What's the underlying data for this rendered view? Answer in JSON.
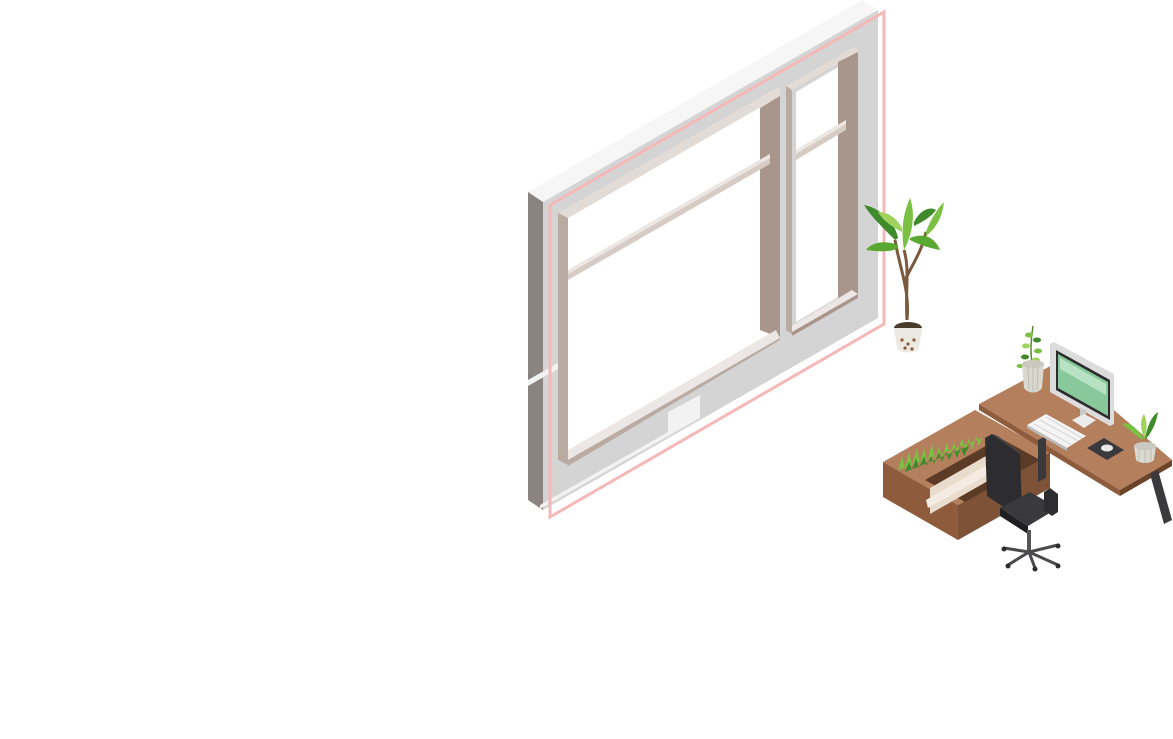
{
  "scene": {
    "objects": [
      "window-frame",
      "floor-plant",
      "desk",
      "monitor",
      "keyboard",
      "mouse",
      "desk-plant-small",
      "desk-plant-tall",
      "office-chair",
      "planter-box"
    ]
  },
  "colors": {
    "background": "#ffffff",
    "wall_light": "#f2f2f2",
    "wall_mid": "#d4d4d4",
    "wall_dark": "#8a8380",
    "frame_outer": "#b9aaa2",
    "frame_inner": "#a8968c",
    "frame_highlight": "#e3dbd6",
    "outline": "#f4b8b8",
    "desk_top": "#b47f5c",
    "desk_side": "#7e5236",
    "desk_dark": "#5c3b26",
    "chair": "#2d2d2f",
    "leaf_green": "#7ac143",
    "leaf_dark": "#3f8a2b",
    "screen_green": "#88c89a",
    "pot": "#d9d9cf"
  }
}
